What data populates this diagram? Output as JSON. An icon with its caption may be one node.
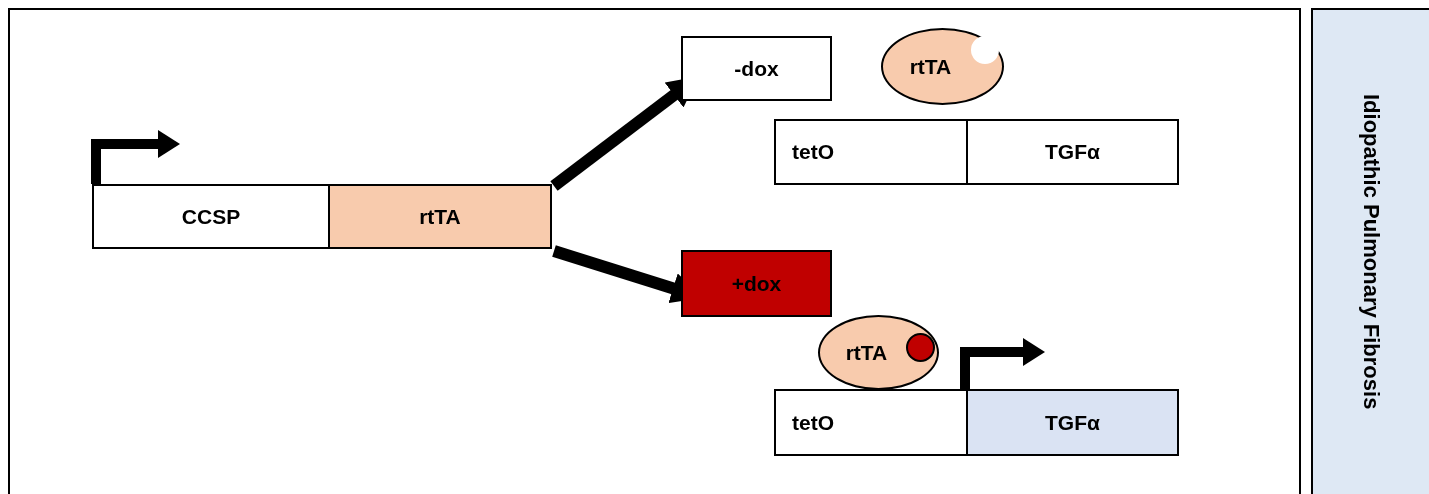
{
  "diagram": {
    "nodes": [
      {
        "text": [
          "CCSP"
        ]
      },
      {
        "text": [
          "rtTA"
        ]
      },
      {
        "text": [
          "-dox"
        ]
      },
      {
        "text": [
          "rtTA"
        ]
      },
      {
        "text": [
          "tetO"
        ]
      },
      {
        "text": [
          "TGFα"
        ]
      },
      {
        "text": [
          "+dox"
        ]
      },
      {
        "text": [
          "rtTA"
        ]
      },
      {
        "text": [
          "tetO"
        ]
      },
      {
        "text": [
          "TGFα"
        ]
      },
      {
        "text": [
          "Idiopathic Pulmonary Fibrosis"
        ]
      }
    ],
    "edges": [
      {
        "from": 1,
        "to": 2,
        "arrow": "to"
      },
      {
        "from": 1,
        "to": 6,
        "arrow": "to"
      }
    ]
  }
}
